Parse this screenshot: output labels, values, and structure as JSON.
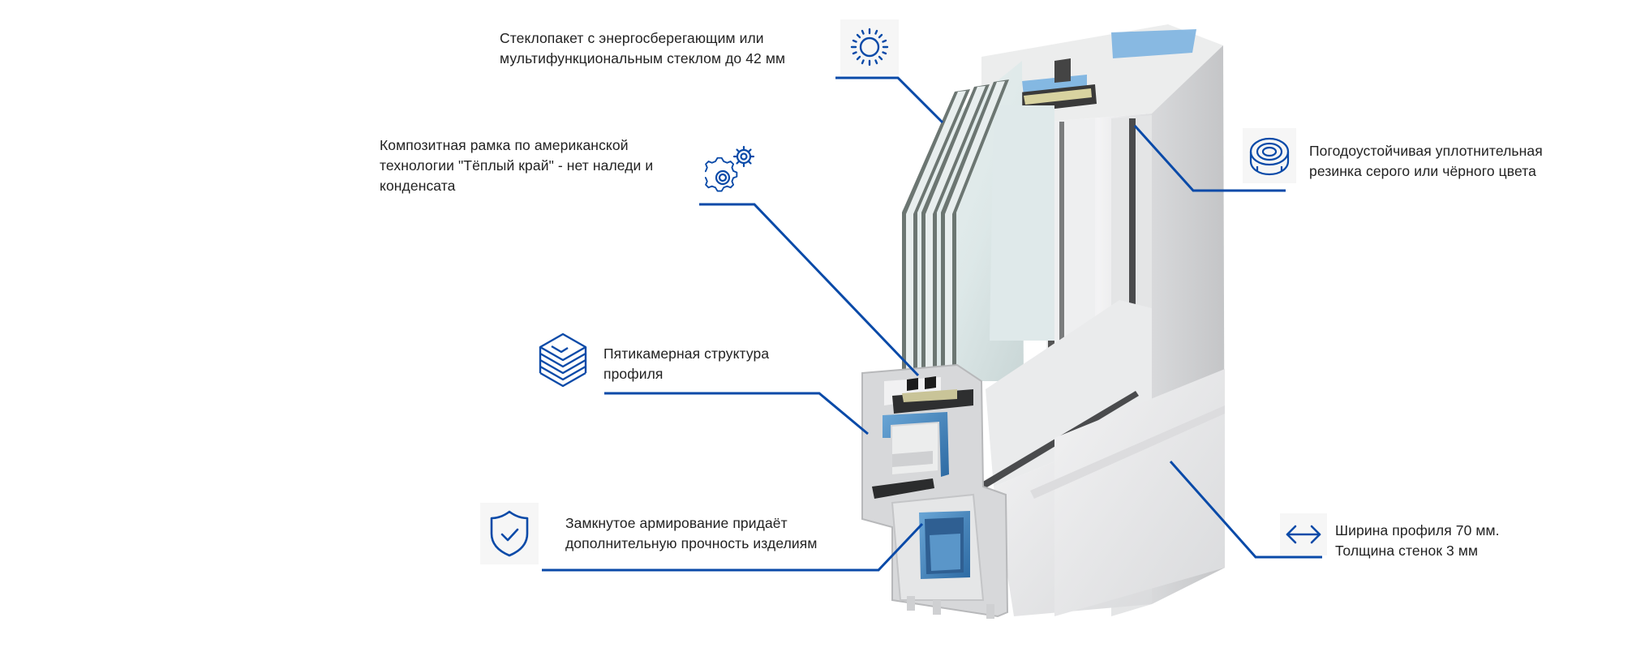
{
  "diagram": {
    "subject": "PVC window profile cross-section",
    "accent_color": "#0a4aa8",
    "callouts": [
      {
        "id": "glass-unit",
        "icon": "sun-icon",
        "lines": [
          "Стеклопакет с энергосберегающим или",
          "мультифункциональным стеклом до 42 мм"
        ]
      },
      {
        "id": "warm-edge",
        "icon": "gears-icon",
        "lines": [
          "Композитная рамка по американской",
          "технологии \"Тёплый край\" - нет наледи и",
          "конденсата"
        ]
      },
      {
        "id": "seal",
        "icon": "seal-ring-icon",
        "lines": [
          "Погодоустойчивая уплотнительная",
          "резинка серого или чёрного цвета"
        ]
      },
      {
        "id": "chambers",
        "icon": "layers-icon",
        "lines": [
          "Пятикамерная структура",
          "профиля"
        ]
      },
      {
        "id": "reinforcement",
        "icon": "shield-check-icon",
        "lines": [
          "Замкнутое армирование придаёт",
          "дополнительную прочность изделиям"
        ]
      },
      {
        "id": "dimensions",
        "icon": "double-arrow-icon",
        "lines": [
          "Ширина профиля 70 мм.",
          "Толщина стенок 3 мм"
        ]
      }
    ]
  }
}
